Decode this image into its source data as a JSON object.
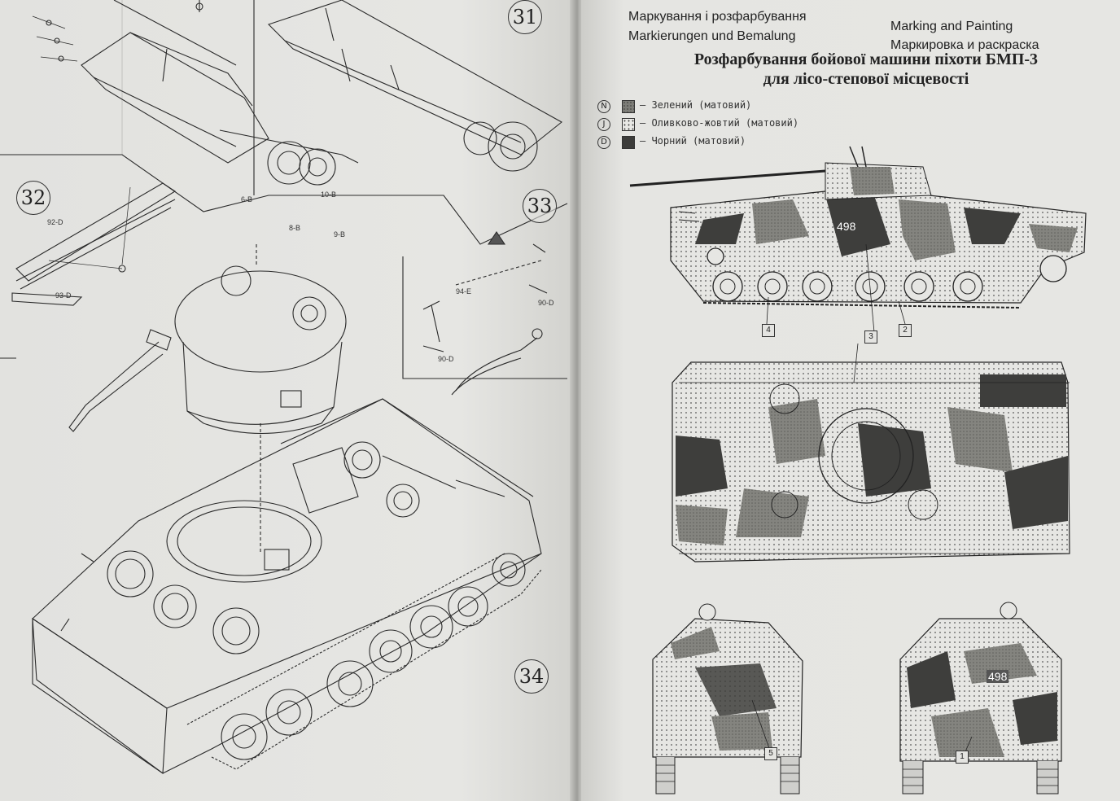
{
  "left_page": {
    "steps": [
      {
        "id": "step-31",
        "number": "31"
      },
      {
        "id": "step-32",
        "number": "32"
      },
      {
        "id": "step-33",
        "number": "33"
      },
      {
        "id": "step-34",
        "number": "34"
      }
    ],
    "part_labels": {
      "p6b": "6-B",
      "p8b": "8-B",
      "p9b": "9-B",
      "p10b": "10-B",
      "p92d": "92-D",
      "p93d": "93-D",
      "p94e": "94-E",
      "p90d_a": "90-D",
      "p90d_b": "90-D"
    }
  },
  "right_page": {
    "headers": {
      "ua": "Маркування і розфарбування",
      "de": "Markierungen und Bemalung",
      "en": "Marking and Painting",
      "ru": "Маркировка и раскраска"
    },
    "title_line1": "Розфарбування бойової машини піхоти БМП-3",
    "title_line2": "для лісо-степової місцевості",
    "legend": [
      {
        "code": "N",
        "text": "– Зелений (матовий)",
        "color": "#7d7d78"
      },
      {
        "code": "J",
        "text": "– Оливково-жовтий (матовий)",
        "color": "#e8e8e5"
      },
      {
        "code": "D",
        "text": "– Чорний (матовий)",
        "color": "#3c3c3a"
      }
    ],
    "decal_number": "498",
    "callouts": {
      "c4": "4",
      "c3": "3",
      "c2": "2",
      "c5": "5",
      "c1": "1"
    }
  }
}
